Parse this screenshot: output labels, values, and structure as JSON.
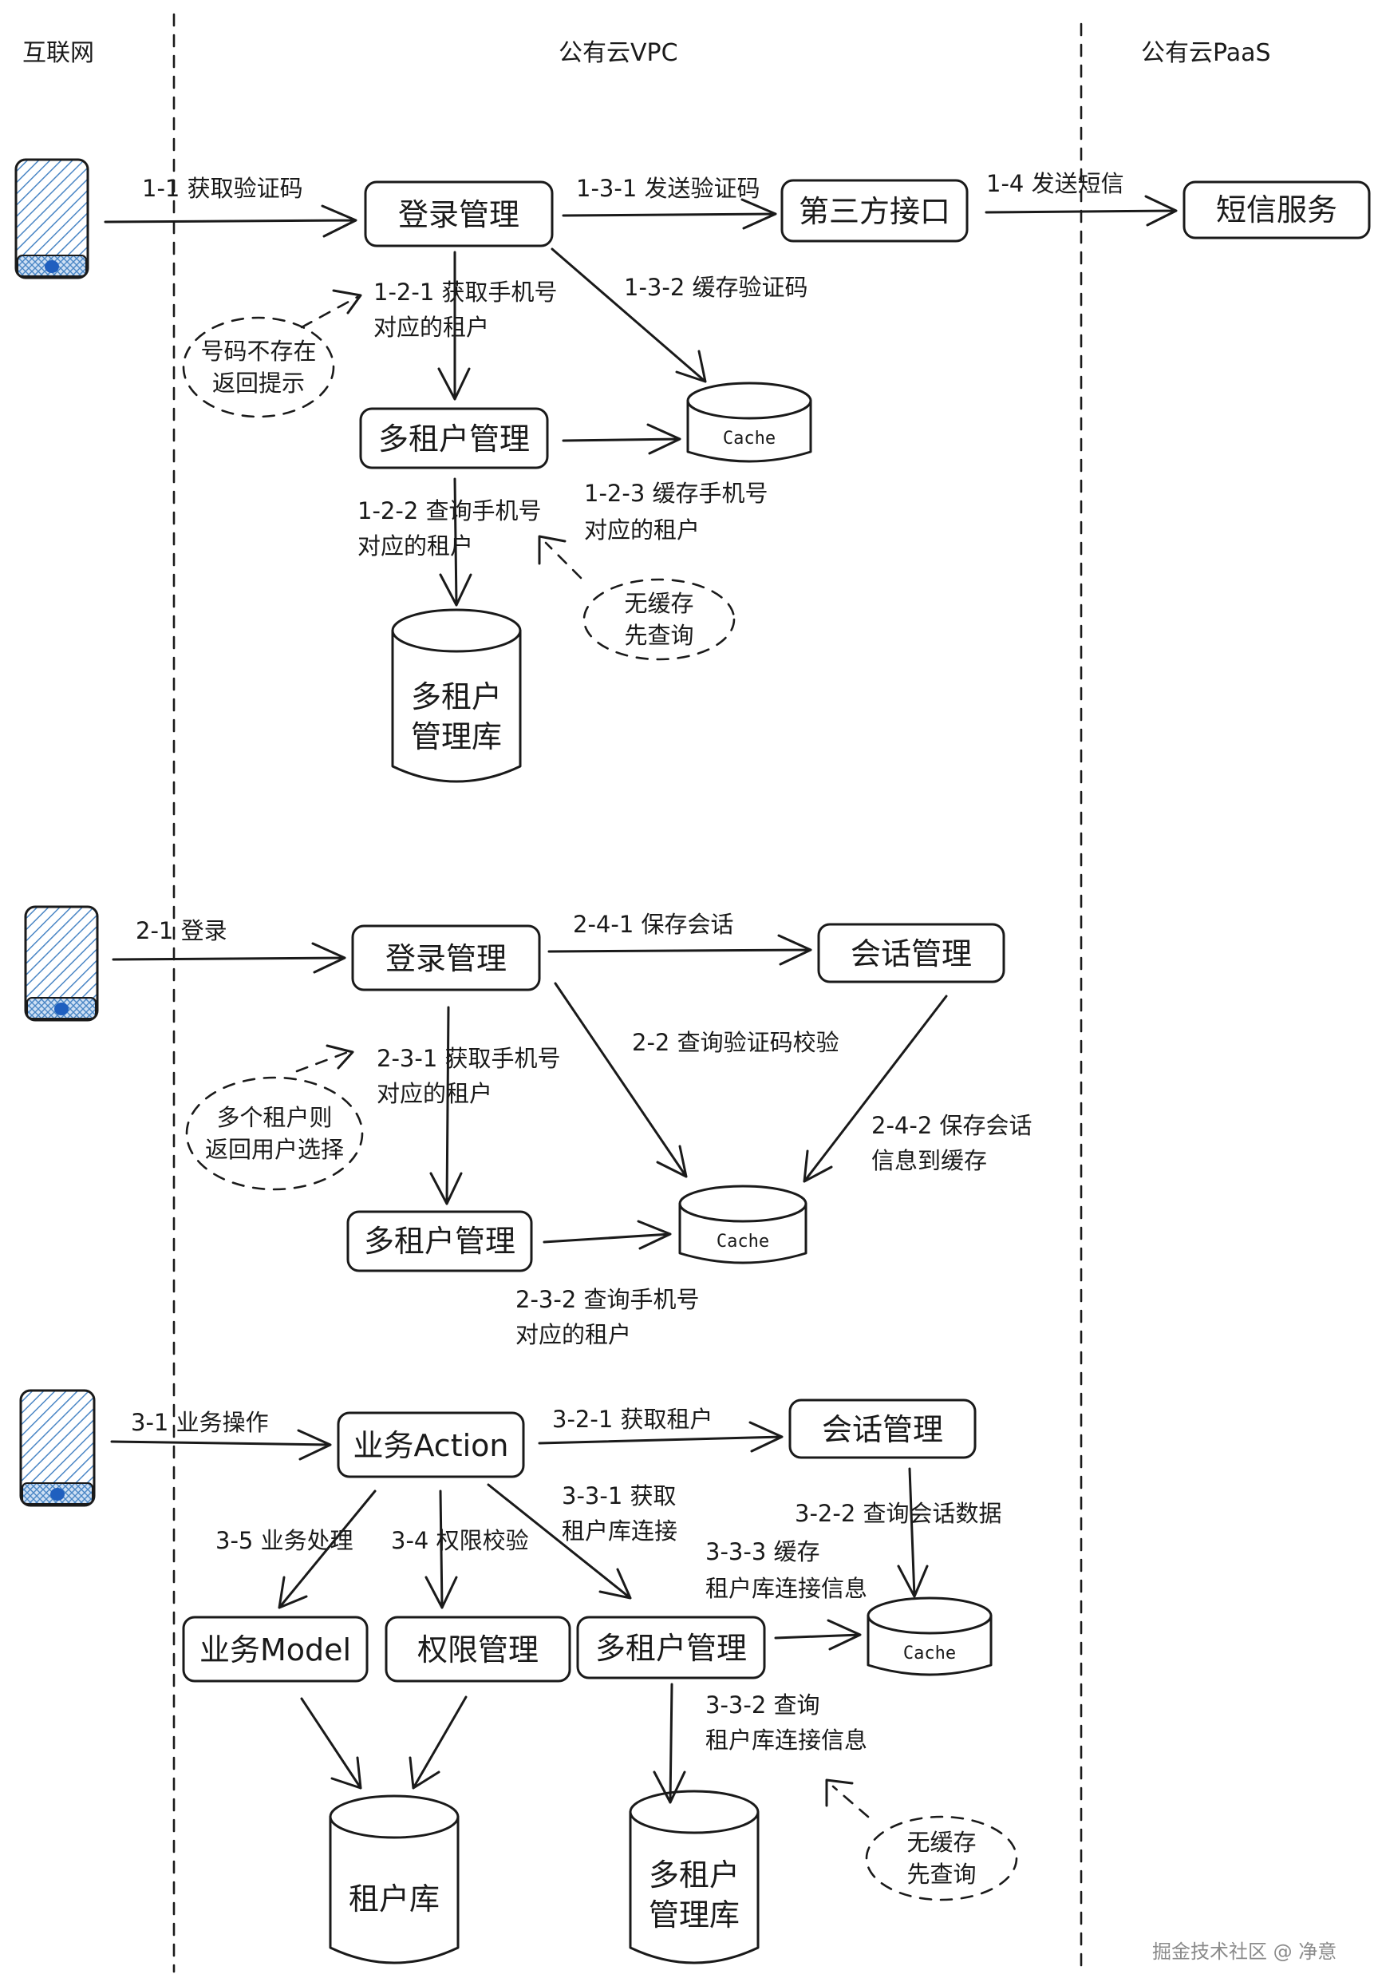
{
  "zones": {
    "internet": "互联网",
    "vpc": "公有云VPC",
    "paas": "公有云PaaS"
  },
  "s1": {
    "login": "登录管理",
    "third": "第三方接口",
    "sms": "短信服务",
    "tenant": "多租户管理",
    "cache": "Cache",
    "db_l1": "多租户",
    "db_l2": "管理库",
    "a1_1": "1-1 获取验证码",
    "a1_3_1": "1-3-1 发送验证码",
    "a1_4": "1-4 发送短信",
    "a1_3_2": "1-3-2 缓存验证码",
    "a1_2_1_l1": "1-2-1 获取手机号",
    "a1_2_1_l2": "对应的租户",
    "a1_2_2_l1": "1-2-2 查询手机号",
    "a1_2_2_l2": "对应的租户",
    "a1_2_3_l1": "1-2-3 缓存手机号",
    "a1_2_3_l2": "对应的租户",
    "note1_l1": "号码不存在",
    "note1_l2": "返回提示",
    "note2_l1": "无缓存",
    "note2_l2": "先查询"
  },
  "s2": {
    "login": "登录管理",
    "session": "会话管理",
    "tenant": "多租户管理",
    "cache": "Cache",
    "a2_1": "2-1 登录",
    "a2_4_1": "2-4-1 保存会话",
    "a2_2": "2-2 查询验证码校验",
    "a2_3_1_l1": "2-3-1 获取手机号",
    "a2_3_1_l2": "对应的租户",
    "a2_4_2_l1": "2-4-2 保存会话",
    "a2_4_2_l2": "信息到缓存",
    "a2_3_2_l1": "2-3-2 查询手机号",
    "a2_3_2_l2": "对应的租户",
    "note_l1": "多个租户则",
    "note_l2": "返回用户选择"
  },
  "s3": {
    "action": "业务Action",
    "session": "会话管理",
    "model": "业务Model",
    "perm": "权限管理",
    "tenant": "多租户管理",
    "cache": "Cache",
    "db_tenant": "租户库",
    "db2_l1": "多租户",
    "db2_l2": "管理库",
    "a3_1": "3-1 业务操作",
    "a3_2_1": "3-2-1 获取租户",
    "a3_2_2": "3-2-2 查询会话数据",
    "a3_3_1_l1": "3-3-1 获取",
    "a3_3_1_l2": "租户库连接",
    "a3_3_3_l1": "3-3-3 缓存",
    "a3_3_3_l2": "租户库连接信息",
    "a3_5": "3-5 业务处理",
    "a3_4": "3-4 权限校验",
    "a3_3_2_l1": "3-3-2 查询",
    "a3_3_2_l2": "租户库连接信息",
    "note_l1": "无缓存",
    "note_l2": "先查询"
  },
  "watermark": "掘金技术社区 @ 净意",
  "colors": {
    "phone_hatch": "#4a86c5",
    "phone_dot": "#1f5fbf",
    "ink": "#1a1a1a"
  }
}
